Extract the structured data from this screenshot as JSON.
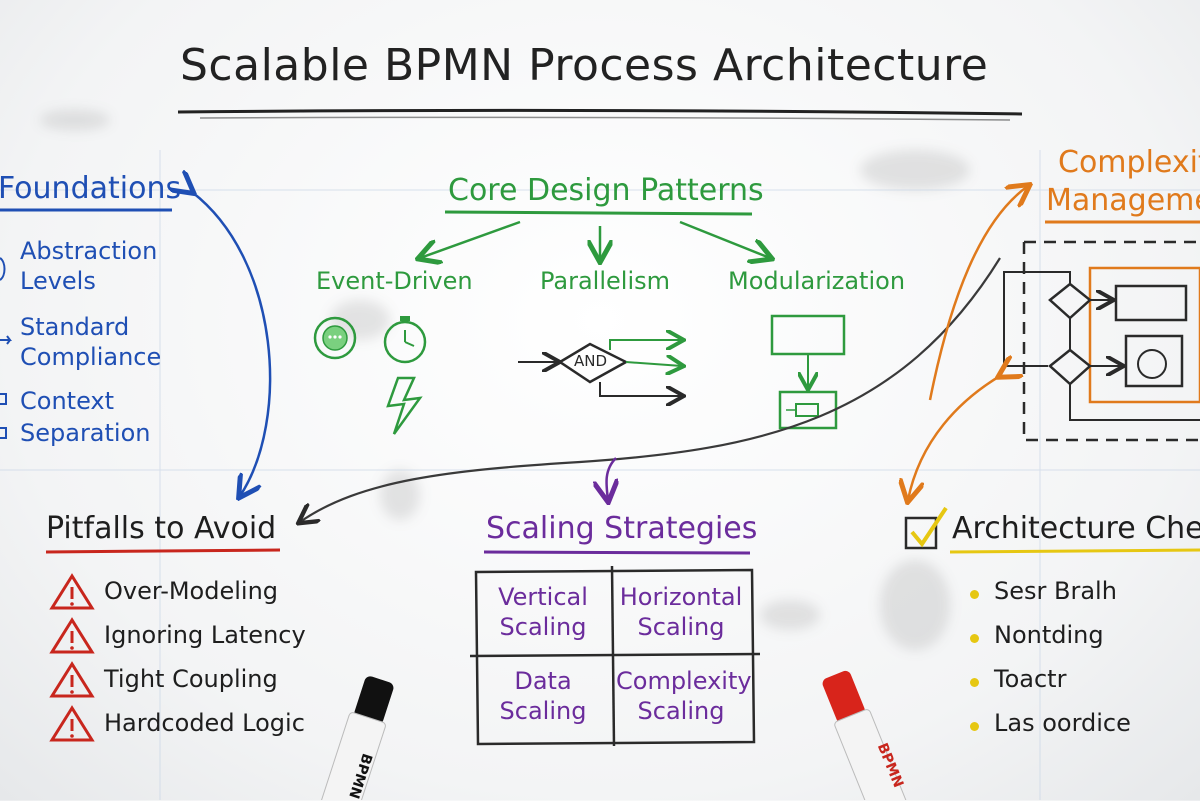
{
  "title": "Scalable BPMN Process Architecture",
  "foundations": {
    "heading": "Foundations",
    "items": [
      {
        "line1": "Abstraction",
        "line2": "Levels"
      },
      {
        "line1": "Standard",
        "line2": "Compliance"
      },
      {
        "line1": "Context",
        "line2": "Separation"
      }
    ]
  },
  "core": {
    "heading": "Core Design Patterns",
    "patterns": [
      "Event-Driven",
      "Parallelism",
      "Modularization"
    ],
    "and_label": "AND"
  },
  "complexity": {
    "line1": "Complexity",
    "line2": "Managemen"
  },
  "pitfalls": {
    "heading": "Pitfalls to Avoid",
    "items": [
      "Over-Modeling",
      "Ignoring Latency",
      "Tight Coupling",
      "Hardcoded Logic"
    ]
  },
  "scaling": {
    "heading": "Scaling Strategies",
    "cells": [
      {
        "line1": "Vertical",
        "line2": "Scaling"
      },
      {
        "line1": "Horizontal",
        "line2": "Scaling"
      },
      {
        "line1": "Data",
        "line2": "Scaling"
      },
      {
        "line1": "Complexity",
        "line2": "Scaling"
      }
    ]
  },
  "checklist": {
    "heading": "Architecture Check",
    "items": [
      "Sesr Bralh",
      "Nontding",
      "Toactr",
      "Las oordice"
    ]
  },
  "markers": {
    "left_label": "BPMN",
    "right_label": "BPMN"
  },
  "colors": {
    "blue": "#1f4fb4",
    "green": "#2e9a3e",
    "orange": "#e07a1c",
    "purple": "#6b2c9c",
    "red": "#c8261d",
    "yellow": "#e6c712"
  }
}
